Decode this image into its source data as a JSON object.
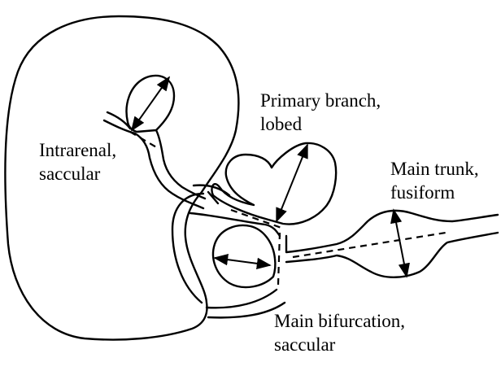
{
  "colors": {
    "line": "#000000",
    "background": "#ffffff"
  },
  "labels": {
    "intrarenal": {
      "line1": "Intrarenal,",
      "line2": "saccular"
    },
    "primary_branch": {
      "line1": "Primary branch,",
      "line2": "lobed"
    },
    "main_trunk": {
      "line1": "Main trunk,",
      "line2": "fusiform"
    },
    "main_bifurcation": {
      "line1": "Main bifurcation,",
      "line2": "saccular"
    }
  }
}
